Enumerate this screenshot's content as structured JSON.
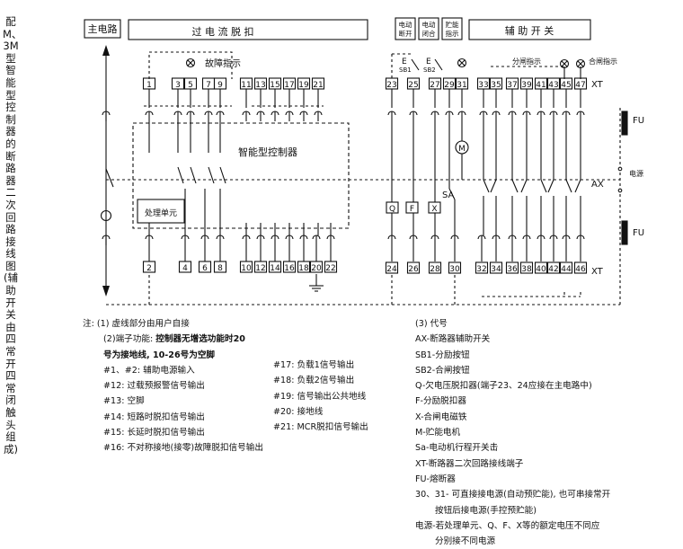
{
  "vertical_title": "配M、3M型智能型控制器的断路器二次回路接线图(辅助开关由四常开四常闭触头组成)",
  "headers": {
    "main_circuit": "主电路",
    "overcurrent_release": "过 电 流 脱 扣",
    "elec_open": "电动\n断开",
    "elec_close": "电动\n闭合",
    "energy_ind": "贮能\n指示",
    "aux_switch": "辅 助 开 关"
  },
  "labels": {
    "fault_indicator": "故障指示",
    "controller": "智能型控制器",
    "processing_unit": "处理单元",
    "open_indicator": "分闸指示",
    "close_indicator": "合闸指示",
    "xt": "XT",
    "ax": "AX",
    "fu": "FU",
    "power": "电源",
    "e": "E",
    "sb1": "SB1",
    "sb2": "SB2",
    "sa": "SA",
    "m": "M",
    "q": "Q",
    "f": "F",
    "x": "X"
  },
  "top_terminals_left": [
    "1",
    "3",
    "5",
    "7",
    "9",
    "11",
    "13",
    "15",
    "17",
    "19",
    "21"
  ],
  "top_terminals_right": [
    "23",
    "25",
    "27",
    "29",
    "31",
    "33",
    "35",
    "37",
    "39",
    "41",
    "43",
    "45",
    "47"
  ],
  "bottom_terminals_left": [
    "2",
    "4",
    "6",
    "8",
    "10",
    "12",
    "14",
    "16",
    "18",
    "20",
    "22"
  ],
  "bottom_terminals_right": [
    "24",
    "26",
    "28",
    "30",
    "32",
    "34",
    "36",
    "38",
    "40",
    "42",
    "44",
    "46"
  ],
  "notes_left": {
    "l1": "注:  (1) 虚线部分由用户自接",
    "l2a": "(2)端子功能: ",
    "l2b": "控制器无增选功能时20",
    "l3": "号为接地线, 10-26号为空脚",
    "l4": "#1、#2: 辅助电源输入",
    "l5": "#12: 过载预报警信号输出",
    "l6": "#13: 空脚",
    "l7": "#14: 短路时脱扣信号输出",
    "l8": "#15: 长延时脱扣信号输出",
    "l9": "#16: 不对称接地(接零)故障脱扣信号输出"
  },
  "notes_mid": {
    "m1": "#17: 负载1信号输出",
    "m2": "#18: 负载2信号输出",
    "m3": "#19: 信号输出公共地线",
    "m4": "#20: 接地线",
    "m5": "#21: MCR脱扣信号输出"
  },
  "notes_right": {
    "r1": "(3) 代号",
    "r2": "AX-断路器辅助开关",
    "r3": "SB1-分励按钮",
    "r4": "SB2-合闸按钮",
    "r5": "Q-欠电压脱扣器(端子23、24应接在主电路中)",
    "r6": "F-分励脱扣器",
    "r7": "X-合闸电磁铁",
    "r8": "M-贮能电机",
    "r9": "Sa-电动机行程开关击",
    "r10": "XT-断路器二次回路接线端子",
    "r11": "FU-熔断器",
    "r12": "30、31- 可直接接电源(自动预贮能), 也可串接常开",
    "r13": "按钮后接电源(手控预贮能)",
    "r14": "电源-若处理单元、Q、F、X等的额定电压不同应",
    "r15": "分别接不同电源"
  }
}
